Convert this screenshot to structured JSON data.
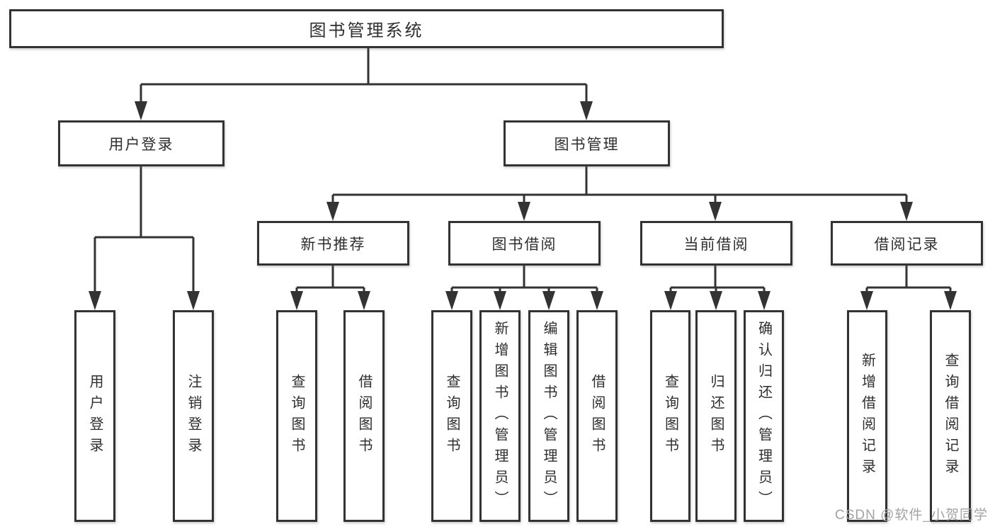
{
  "title": {
    "label": "图书管理系统"
  },
  "nodes": {
    "user_login": {
      "label": "用户登录"
    },
    "book_management": {
      "label": "图书管理"
    },
    "new_book_rec": {
      "label": "新书推荐"
    },
    "book_borrow": {
      "label": "图书借阅"
    },
    "current_borrow": {
      "label": "当前借阅"
    },
    "borrow_record": {
      "label": "借阅记录"
    },
    "leaf_user_login": {
      "label": "用户登录"
    },
    "leaf_logout": {
      "label": "注销登录"
    },
    "leaf_rec_query": {
      "label": "查询图书"
    },
    "leaf_rec_borrow": {
      "label": "借阅图书"
    },
    "leaf_bb_query": {
      "label": "查询图书"
    },
    "leaf_bb_add": {
      "label": "新增图书（管理员）"
    },
    "leaf_bb_edit": {
      "label": "编辑图书（管理员）"
    },
    "leaf_bb_borrow": {
      "label": "借阅图书"
    },
    "leaf_cb_query": {
      "label": "查询图书"
    },
    "leaf_cb_return": {
      "label": "归还图书"
    },
    "leaf_cb_confirm": {
      "label": "确认归还（管理员）"
    },
    "leaf_br_add": {
      "label": "新增借阅记录"
    },
    "leaf_br_query": {
      "label": "查询借阅记录"
    }
  },
  "hierarchy": {
    "root": "title",
    "edges": [
      [
        "title",
        "user_login"
      ],
      [
        "title",
        "book_management"
      ],
      [
        "user_login",
        "leaf_user_login"
      ],
      [
        "user_login",
        "leaf_logout"
      ],
      [
        "book_management",
        "new_book_rec"
      ],
      [
        "book_management",
        "book_borrow"
      ],
      [
        "book_management",
        "current_borrow"
      ],
      [
        "book_management",
        "borrow_record"
      ],
      [
        "new_book_rec",
        "leaf_rec_query"
      ],
      [
        "new_book_rec",
        "leaf_rec_borrow"
      ],
      [
        "book_borrow",
        "leaf_bb_query"
      ],
      [
        "book_borrow",
        "leaf_bb_add"
      ],
      [
        "book_borrow",
        "leaf_bb_edit"
      ],
      [
        "book_borrow",
        "leaf_bb_borrow"
      ],
      [
        "current_borrow",
        "leaf_cb_query"
      ],
      [
        "current_borrow",
        "leaf_cb_return"
      ],
      [
        "current_borrow",
        "leaf_cb_confirm"
      ],
      [
        "borrow_record",
        "leaf_br_add"
      ],
      [
        "borrow_record",
        "leaf_br_query"
      ]
    ]
  },
  "watermark": {
    "text": "CSDN @软件_小贺同学"
  },
  "colors": {
    "line": "#333333",
    "text": "#2e2e2e",
    "watermark": "#a3a3a3",
    "background": "#ffffff"
  }
}
